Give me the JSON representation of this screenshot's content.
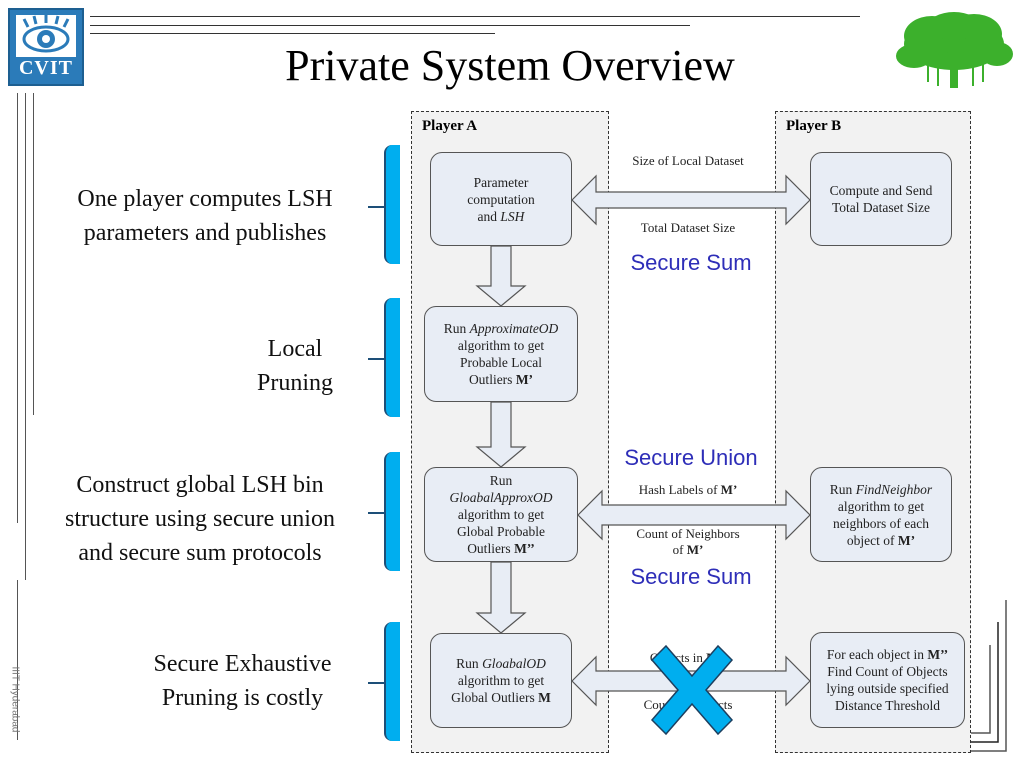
{
  "header": {
    "logo_text": "CVIT",
    "title": "Private System Overview"
  },
  "footer": {
    "institution": "IIIT Hyderabad"
  },
  "colors": {
    "protocol_text": "#2e2eb8",
    "brace": "#00aeef",
    "node_fill": "#e8edf5",
    "panel_fill": "#f2f2f2",
    "cross": "#00aeef",
    "logo": "#2b7bb9",
    "tree": "#3cb02c"
  },
  "panels": {
    "player_a": "Player A",
    "player_b": "Player B"
  },
  "left_labels": [
    {
      "lines": [
        "One player computes LSH",
        "parameters and publishes"
      ]
    },
    {
      "lines": [
        "Local",
        "Pruning"
      ]
    },
    {
      "lines": [
        "Construct global LSH bin",
        "structure using secure union",
        "and secure sum protocols"
      ]
    },
    {
      "lines": [
        "Secure Exhaustive",
        "Pruning is costly"
      ]
    }
  ],
  "nodes_a": [
    {
      "html": "Parameter<br>computation<br>and <i>LSH</i>"
    },
    {
      "html": "Run <i>ApproximateOD</i><br>algorithm to get<br>Probable Local<br>Outliers <b>M’</b>"
    },
    {
      "html": "Run<br><i>GloabalApproxOD</i><br>algorithm to get<br>Global Probable<br>Outliers <b>M’’</b>"
    },
    {
      "html": "Run <i>GloabalOD</i><br>algorithm to get<br>Global Outliers <b>M</b>"
    }
  ],
  "nodes_b": [
    {
      "html": "Compute and Send<br>Total Dataset Size"
    },
    {
      "html": "Run <i>FindNeighbor</i><br>algorithm to get<br>neighbors of each<br>object of <b>M’</b>"
    },
    {
      "html": "For each object in <b>M’’</b><br>Find Count of Objects<br>lying outside specified<br>Distance Threshold"
    }
  ],
  "messages": {
    "row1_top": "Size of Local Dataset",
    "row1_bottom": "Total Dataset Size",
    "row3_top_html": "Hash Labels of <b>M’</b>",
    "row3_bottom_html": "Count of Neighbors<br>of <b>M’</b>",
    "row4_top_html": "Objects in <b>M’’</b>",
    "row4_bottom": "Count of Objects"
  },
  "protocols": {
    "row1": "Secure Sum",
    "row3_top": "Secure Union",
    "row3_bottom": "Secure Sum"
  }
}
